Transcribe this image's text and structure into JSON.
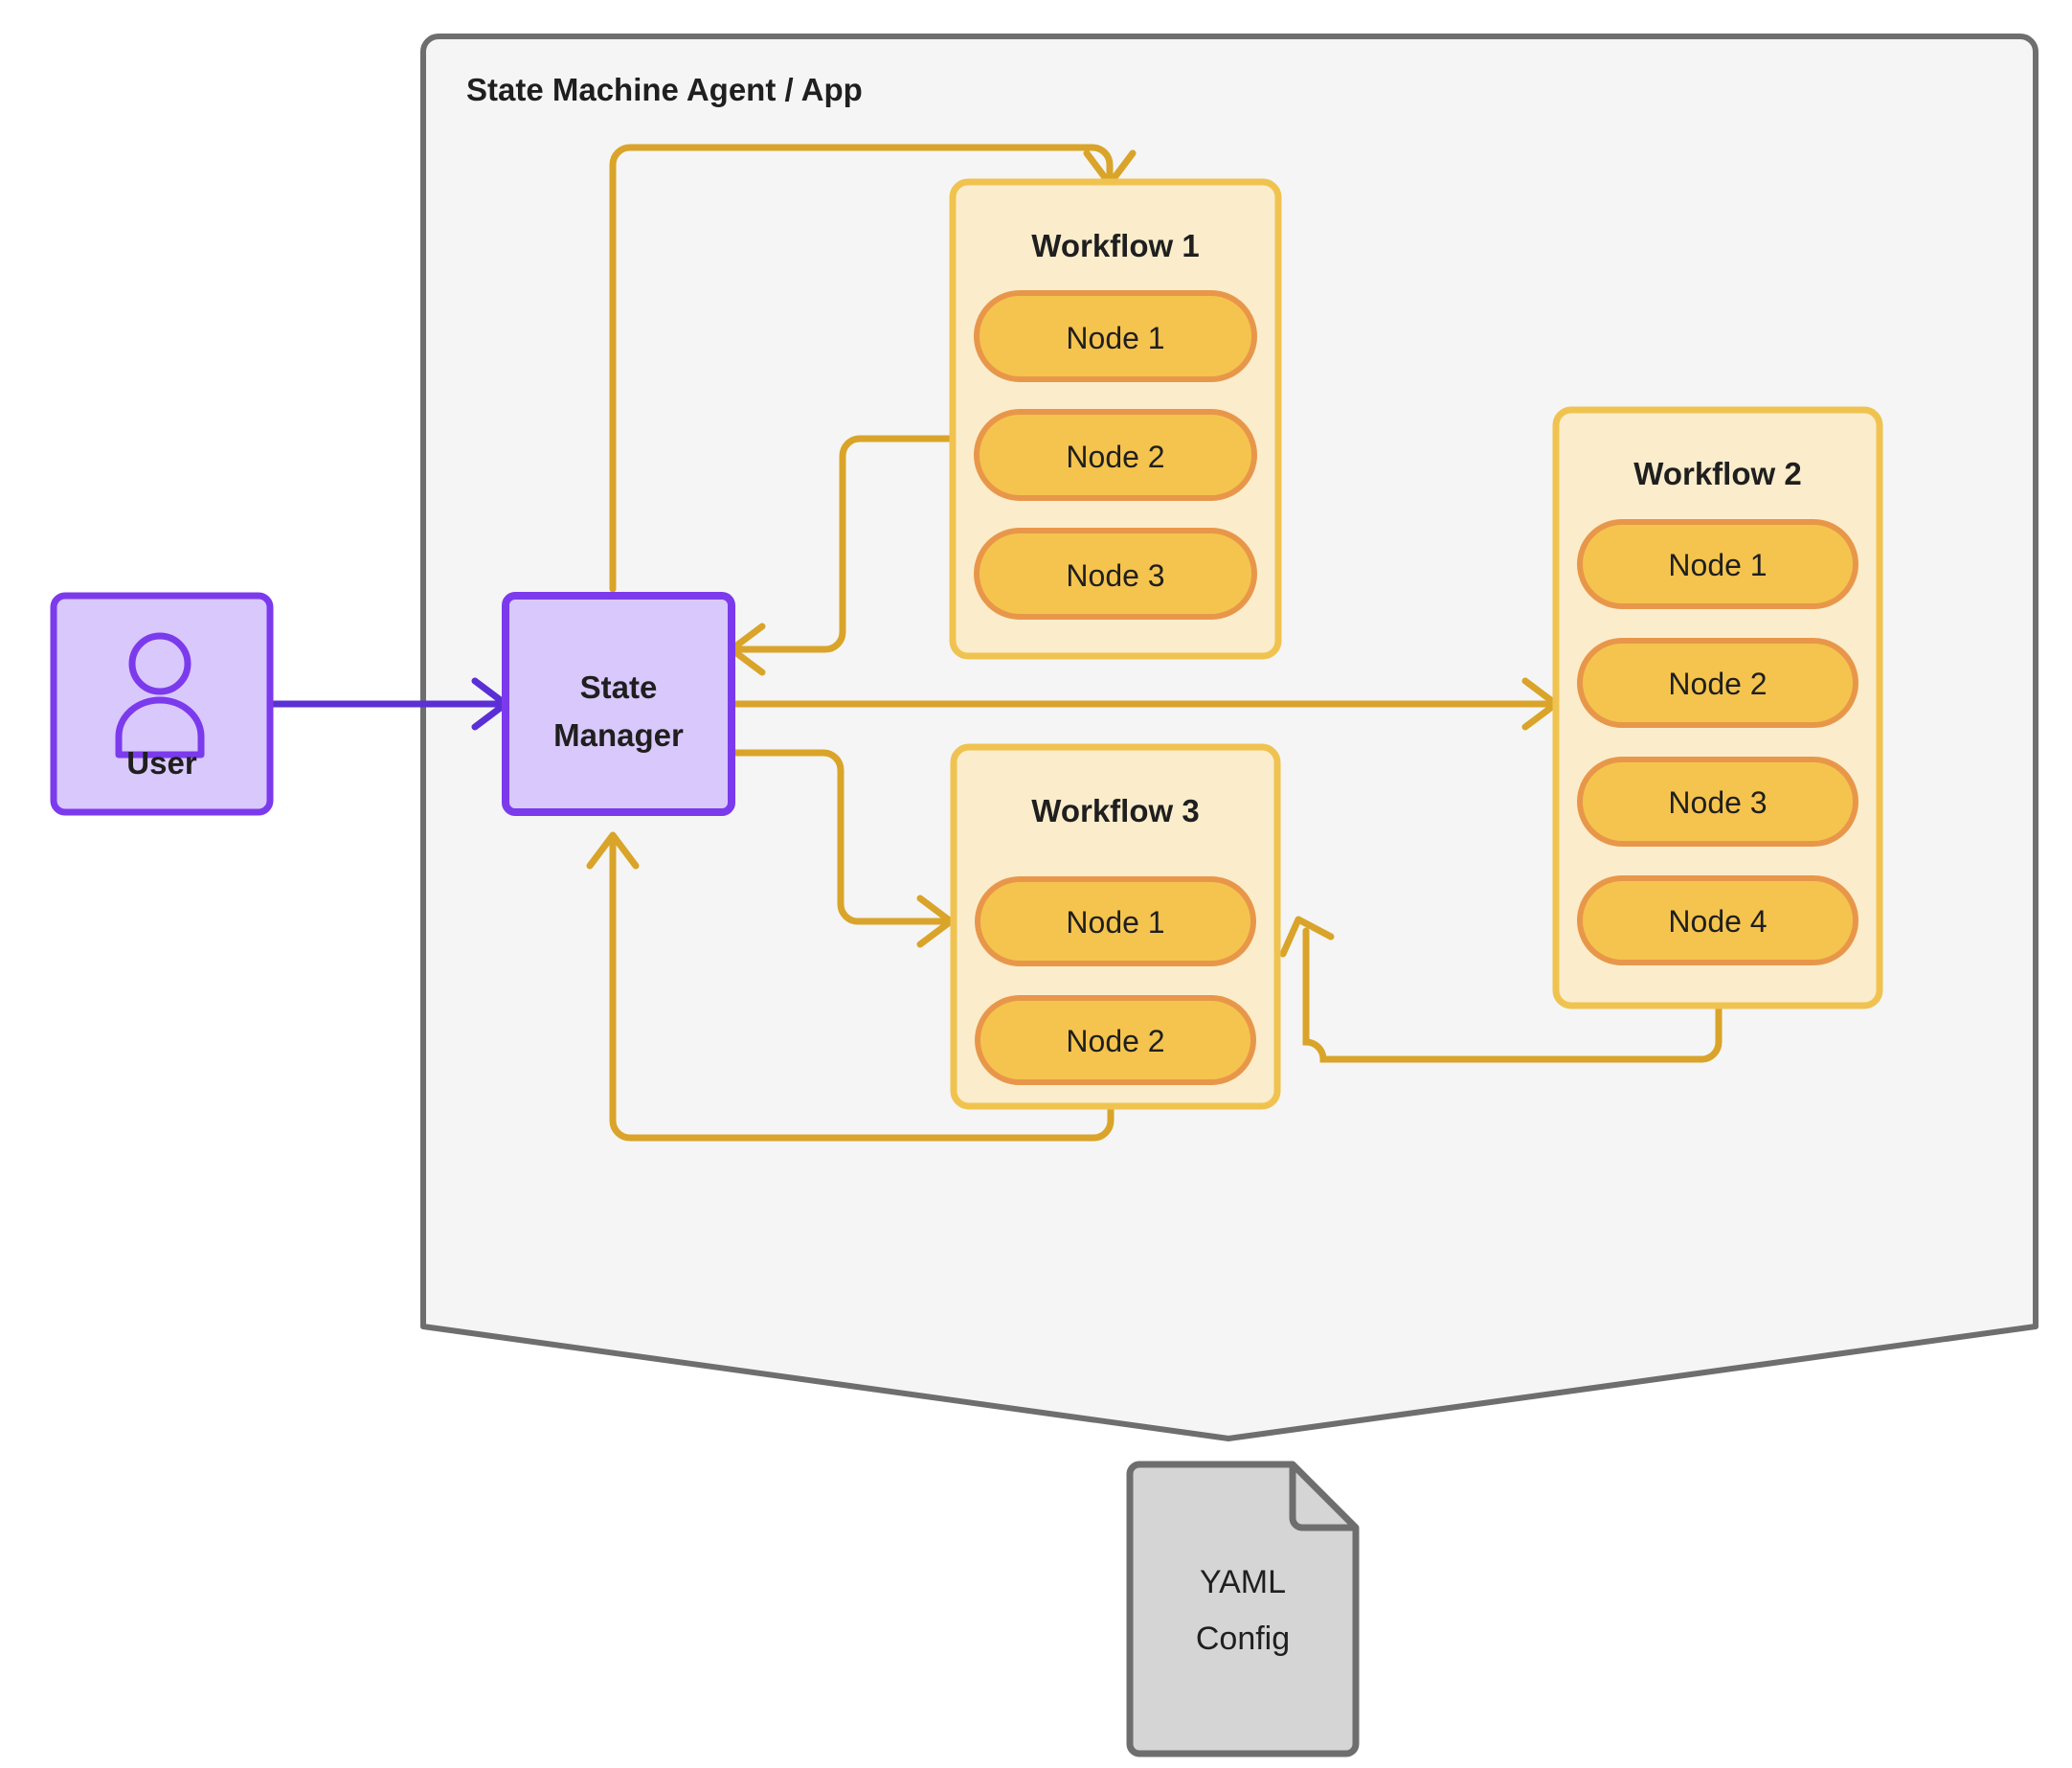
{
  "diagram": {
    "title": "State Machine Agent / App",
    "container": {
      "label": "State Machine Agent / App",
      "fill": "#f5f5f5",
      "stroke": "#6e6e6e"
    },
    "actors": [
      {
        "id": "user",
        "label": "User",
        "icon": "user-icon",
        "fill": "#d9c8fb",
        "stroke": "#7c3aed"
      },
      {
        "id": "state-manager",
        "label_line1": "State",
        "label_line2": "Manager",
        "fill": "#d9c8fb",
        "stroke": "#7c3aed"
      }
    ],
    "workflows": [
      {
        "id": "workflow-1",
        "title": "Workflow 1",
        "nodes": [
          "Node 1",
          "Node 2",
          "Node 3"
        ],
        "fill": "#fbedcb",
        "stroke": "#f0c350"
      },
      {
        "id": "workflow-2",
        "title": "Workflow 2",
        "nodes": [
          "Node 1",
          "Node 2",
          "Node 3",
          "Node 4"
        ],
        "fill": "#fbedcb",
        "stroke": "#f0c350"
      },
      {
        "id": "workflow-3",
        "title": "Workflow 3",
        "nodes": [
          "Node 1",
          "Node 2"
        ],
        "fill": "#fbedcb",
        "stroke": "#f0c350"
      }
    ],
    "node_style": {
      "fill": "#f5c44e",
      "stroke": "#e8974a"
    },
    "config_document": {
      "label_line1": "YAML",
      "label_line2": "Config",
      "fill": "#d5d5d5",
      "stroke": "#6e6e6e"
    },
    "connector_colors": {
      "user_to_state_manager": "#5b2fd6",
      "workflow_flows": "#d9a429"
    },
    "connections": [
      {
        "id": "user-to-state-manager",
        "from": "User",
        "to": "State Manager",
        "color": "#5b2fd6"
      },
      {
        "id": "state-manager-to-workflow-1",
        "from": "State Manager",
        "to": "Workflow 1",
        "color": "#d9a429"
      },
      {
        "id": "workflow-1-to-state-manager",
        "from": "Workflow 1",
        "to": "State Manager",
        "color": "#d9a429"
      },
      {
        "id": "state-manager-to-workflow-2",
        "from": "State Manager",
        "to": "Workflow 2",
        "color": "#d9a429"
      },
      {
        "id": "state-manager-to-workflow-3",
        "from": "State Manager",
        "to": "Workflow 3",
        "color": "#d9a429"
      },
      {
        "id": "workflow-2-to-workflow-3",
        "from": "Workflow 2",
        "to": "Workflow 3",
        "color": "#d9a429"
      },
      {
        "id": "workflow-3-to-state-manager",
        "from": "Workflow 3",
        "to": "State Manager",
        "color": "#d9a429"
      }
    ]
  }
}
